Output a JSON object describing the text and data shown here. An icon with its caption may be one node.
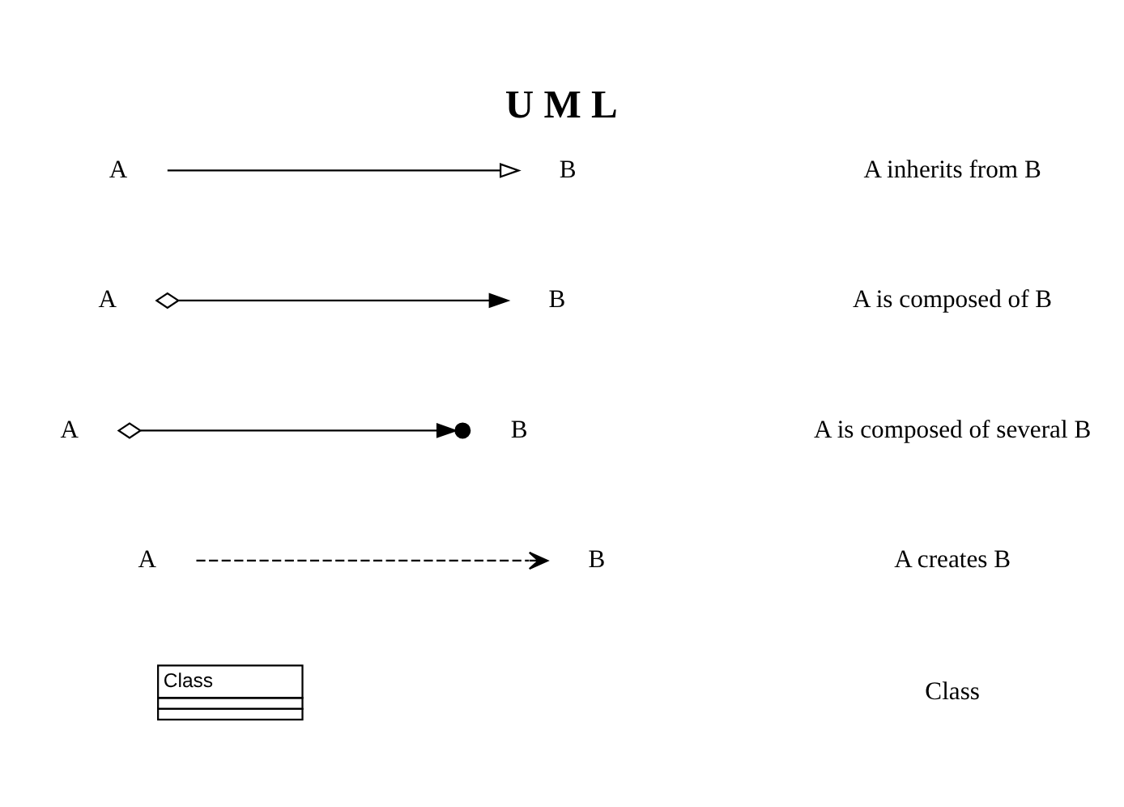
{
  "diagram": {
    "title": "U M L",
    "nodes": [
      {
        "text": [
          "A"
        ]
      },
      {
        "text": [
          "B"
        ]
      },
      {
        "text": [
          "A"
        ]
      },
      {
        "text": [
          "B"
        ]
      },
      {
        "text": [
          "A"
        ]
      },
      {
        "text": [
          "B"
        ]
      },
      {
        "text": [
          "A"
        ]
      },
      {
        "text": [
          "B"
        ]
      },
      {
        "text": [
          "Class"
        ]
      }
    ],
    "edges": [
      {
        "from": 0,
        "to": 1,
        "arrow": "to"
      },
      {
        "from": 2,
        "to": 3,
        "arrow": "to"
      },
      {
        "from": 4,
        "to": 5,
        "arrow": "to"
      },
      {
        "from": 6,
        "to": 7,
        "arrow": "to",
        "style": "dashed"
      }
    ],
    "labels": [
      "A inherits from B",
      "A is composed of B",
      "A is composed of several B",
      "A creates B",
      "Class"
    ]
  }
}
